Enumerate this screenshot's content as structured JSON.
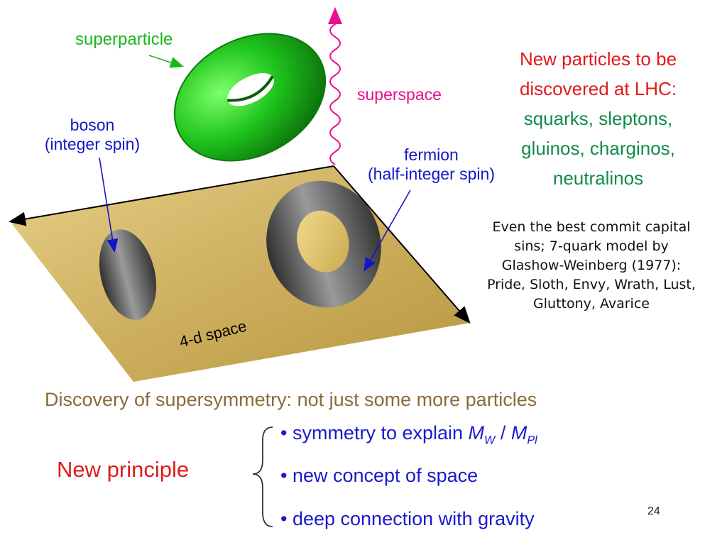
{
  "labels": {
    "superparticle": "superparticle",
    "superspace": "superspace",
    "boson_line1": "boson",
    "boson_line2": "(integer spin)",
    "fermion_line1": "fermion",
    "fermion_line2": "(half-integer spin)",
    "space": "4-d space"
  },
  "headline": {
    "line1": "New particles to be",
    "line2": "discovered at LHC:",
    "line3": "squarks, sleptons,",
    "line4": "gluinos, charginos,",
    "line5": "neutralinos"
  },
  "note": "Even the best commit capital sins; 7-quark model by Glashow-Weinberg (1977): Pride, Sloth, Envy, Wrath, Lust, Gluttony, Avarice",
  "discovery": "Discovery of supersymmetry: not just some more particles",
  "principle": "New principle",
  "bullets": {
    "b1_text": "• symmetry to explain ",
    "b1_m1": "M",
    "b1_s1": "W",
    "b1_sep": " / ",
    "b1_m2": "M",
    "b1_s2": "Pl",
    "b2": "• new concept of space",
    "b3": "• deep connection with gravity"
  },
  "page_number": "24",
  "colors": {
    "green_label": "#17b81a",
    "magenta": "#e8108f",
    "blue": "#1515c8",
    "red": "#e01b1b",
    "green_text": "#0f8c48",
    "brown": "#8b6a3a",
    "plane_gold": "#cdb060"
  }
}
